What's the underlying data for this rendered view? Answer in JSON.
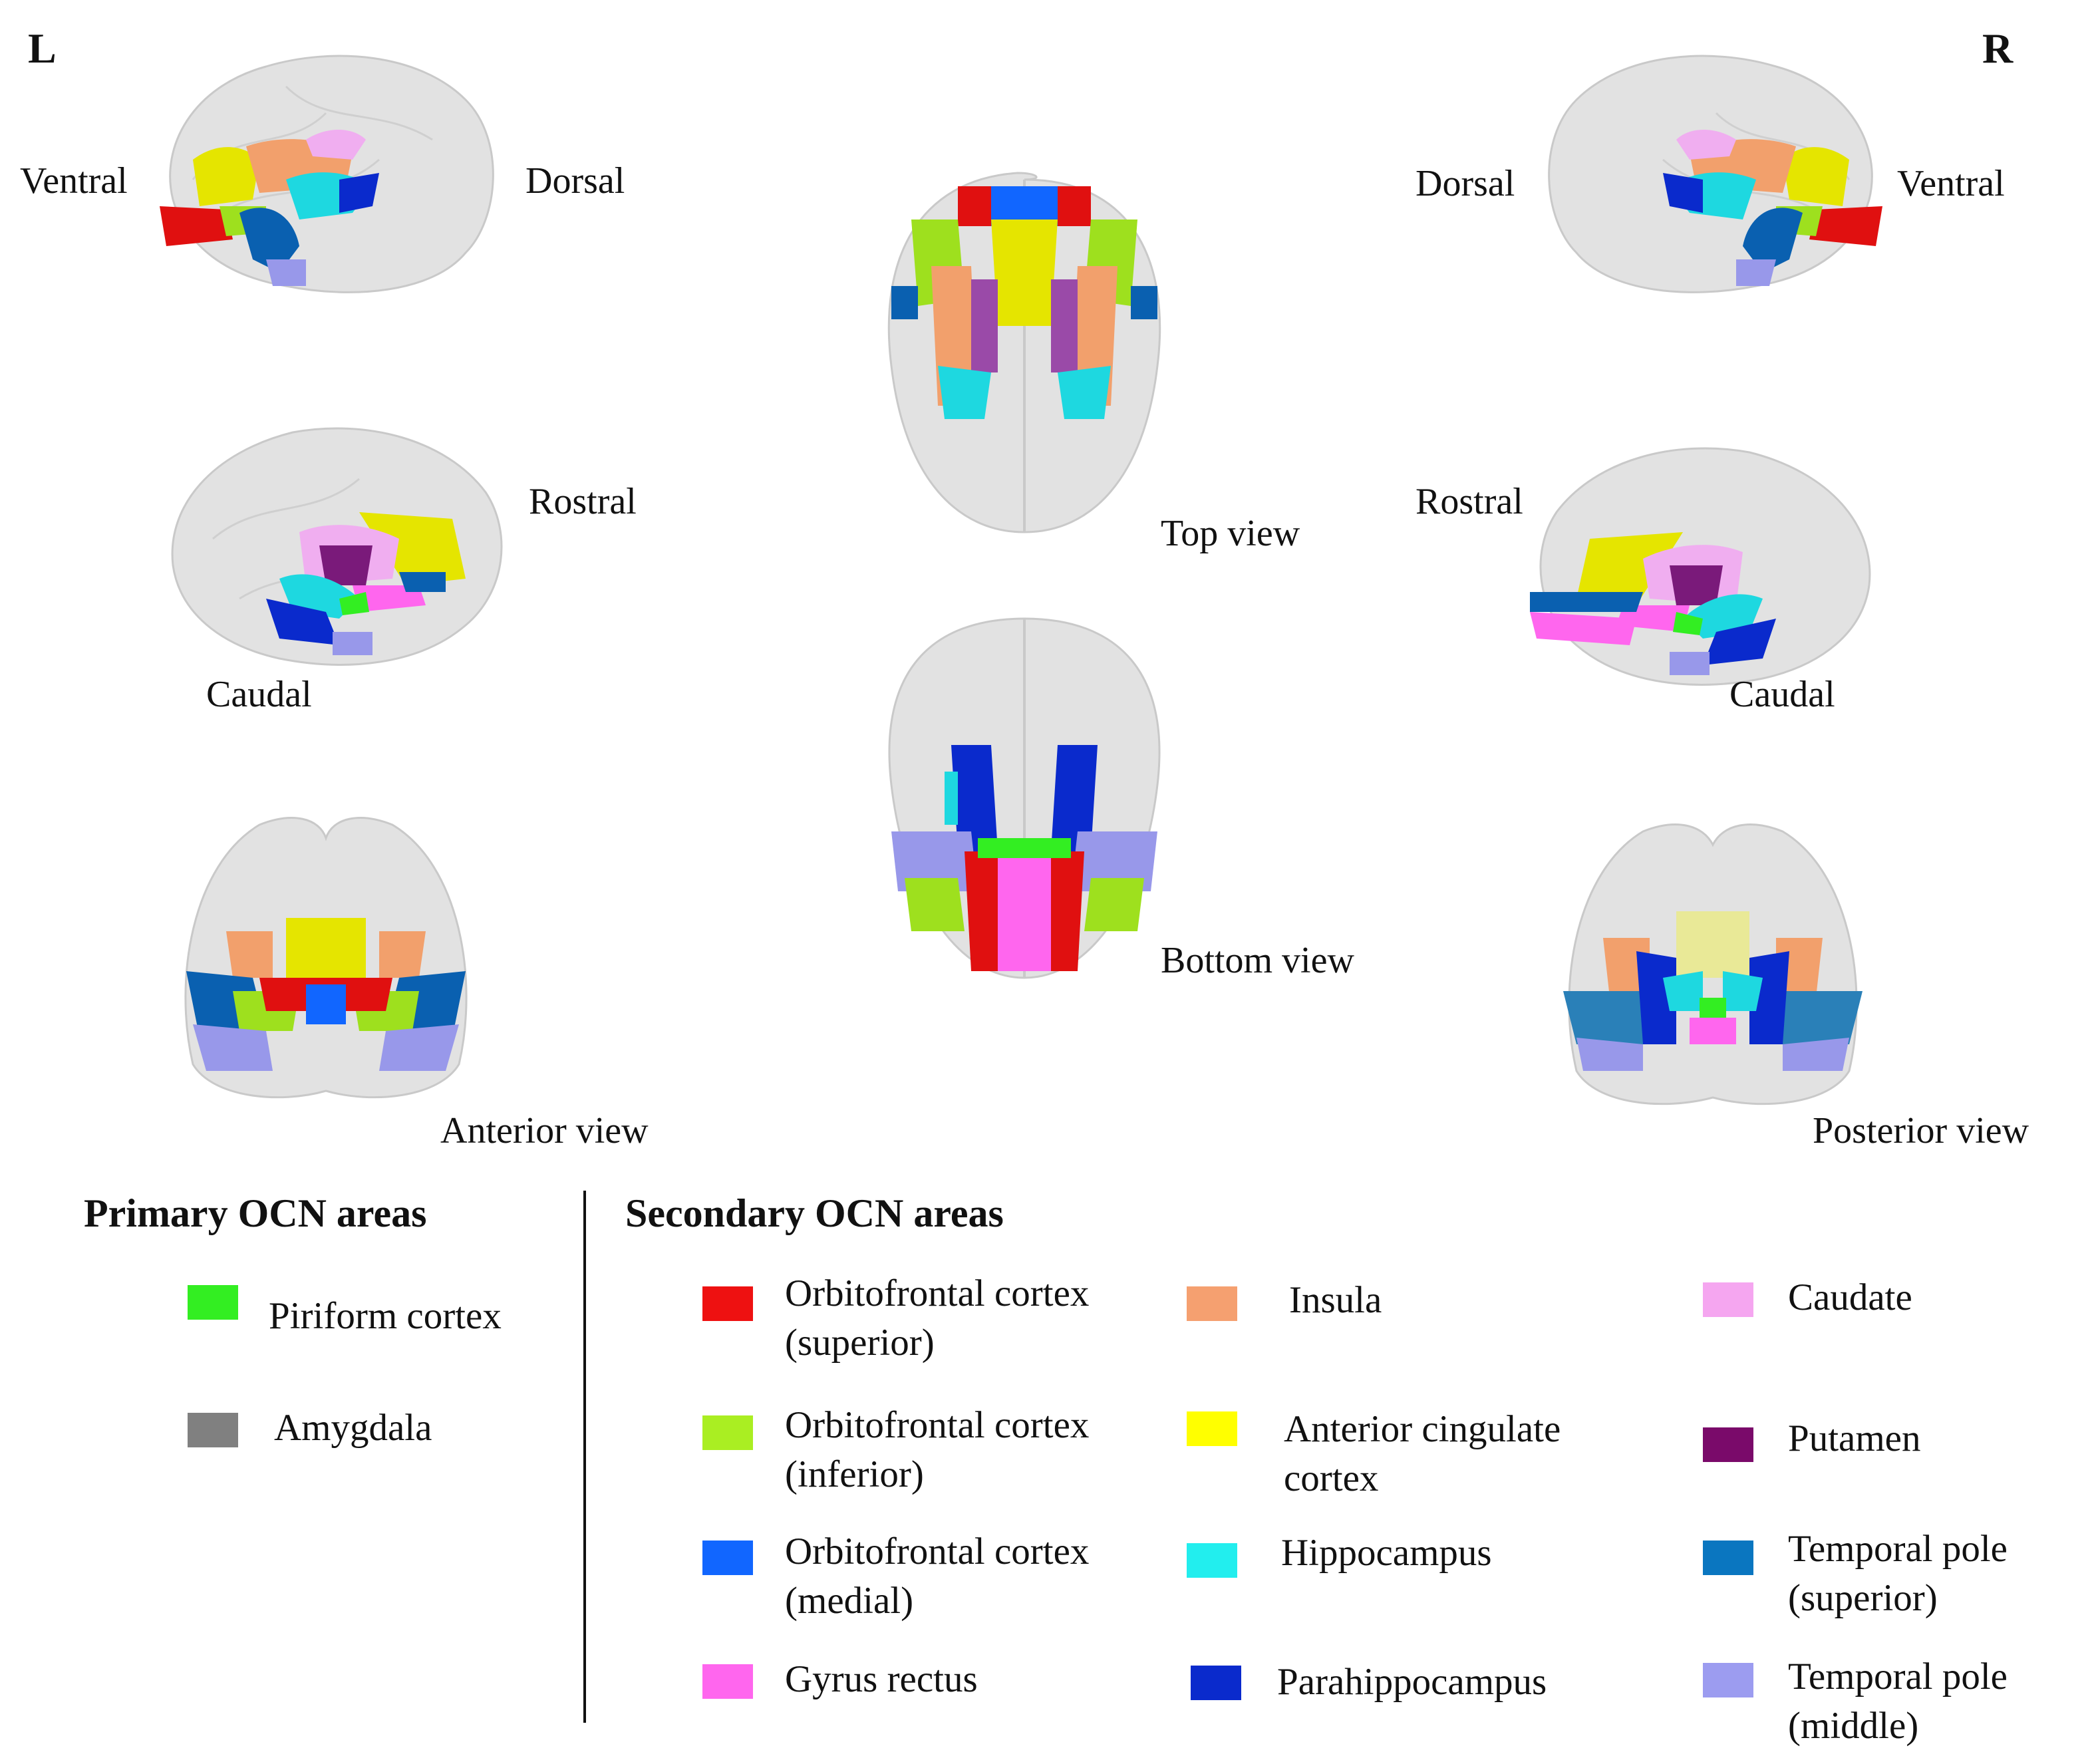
{
  "side_labels": {
    "left": "L",
    "right": "R"
  },
  "orientation_labels": {
    "lateral_left": {
      "a": "Ventral",
      "b": "Dorsal"
    },
    "medial_left": {
      "a": "Rostral",
      "b": "Caudal"
    },
    "lateral_right": {
      "a": "Dorsal",
      "b": "Ventral"
    },
    "medial_right": {
      "a": "Rostral",
      "b": "Caudal"
    }
  },
  "view_labels": {
    "top": "Top view",
    "bottom": "Bottom view",
    "anterior": "Anterior view",
    "posterior": "Posterior view"
  },
  "legend": {
    "primary_title": "Primary OCN areas",
    "secondary_title": "Secondary OCN areas",
    "primary": [
      {
        "label": "Piriform cortex",
        "color": "#33ee22"
      },
      {
        "label": "Amygdala",
        "color": "#808080"
      }
    ],
    "secondary": [
      {
        "label": "Orbitofrontal cortex (superior)",
        "color": "#ee1111"
      },
      {
        "label": "Orbitofrontal cortex (inferior)",
        "color": "#aaee22"
      },
      {
        "label": "Orbitofrontal cortex (medial)",
        "color": "#1166ff"
      },
      {
        "label": "Gyrus rectus",
        "color": "#ff66ee"
      },
      {
        "label": "Insula",
        "color": "#f5a070"
      },
      {
        "label": "Anterior cingulate cortex",
        "color": "#ffff00"
      },
      {
        "label": "Hippocampus",
        "color": "#22eeee"
      },
      {
        "label": "Parahippocampus",
        "color": "#0a2acc"
      },
      {
        "label": "Caudate",
        "color": "#f5a6f0"
      },
      {
        "label": "Putamen",
        "color": "#7a0a6a"
      },
      {
        "label": "Temporal pole (superior)",
        "color": "#0a76c0"
      },
      {
        "label": "Temporal pole (middle)",
        "color": "#9c9cf0"
      }
    ]
  }
}
